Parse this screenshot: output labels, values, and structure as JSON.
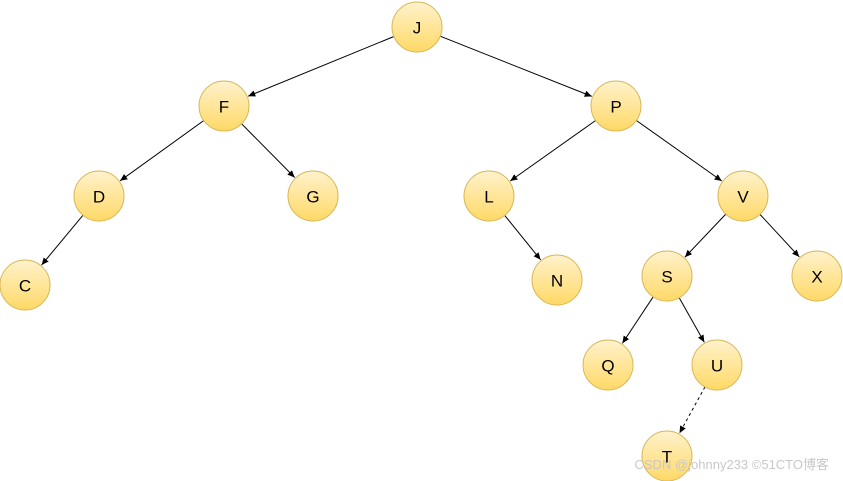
{
  "diagram": {
    "type": "binary-search-tree",
    "colors": {
      "node_fill_top": "#fff2cc",
      "node_fill_bottom": "#ffd966",
      "node_stroke": "#d6b656",
      "edge": "#000000",
      "label": "#000000"
    },
    "nodes": [
      {
        "id": "J",
        "label": "J"
      },
      {
        "id": "F",
        "label": "F"
      },
      {
        "id": "P",
        "label": "P"
      },
      {
        "id": "D",
        "label": "D"
      },
      {
        "id": "G",
        "label": "G"
      },
      {
        "id": "L",
        "label": "L"
      },
      {
        "id": "V",
        "label": "V"
      },
      {
        "id": "C",
        "label": "C"
      },
      {
        "id": "N",
        "label": "N"
      },
      {
        "id": "S",
        "label": "S"
      },
      {
        "id": "X",
        "label": "X"
      },
      {
        "id": "Q",
        "label": "Q"
      },
      {
        "id": "U",
        "label": "U"
      },
      {
        "id": "T",
        "label": "T"
      }
    ],
    "edges": [
      {
        "from": "J",
        "to": "F",
        "style": "solid"
      },
      {
        "from": "J",
        "to": "P",
        "style": "solid"
      },
      {
        "from": "F",
        "to": "D",
        "style": "solid"
      },
      {
        "from": "F",
        "to": "G",
        "style": "solid"
      },
      {
        "from": "D",
        "to": "C",
        "style": "solid"
      },
      {
        "from": "P",
        "to": "L",
        "style": "solid"
      },
      {
        "from": "P",
        "to": "V",
        "style": "solid"
      },
      {
        "from": "L",
        "to": "N",
        "style": "solid"
      },
      {
        "from": "V",
        "to": "S",
        "style": "solid"
      },
      {
        "from": "V",
        "to": "X",
        "style": "solid"
      },
      {
        "from": "S",
        "to": "Q",
        "style": "solid"
      },
      {
        "from": "S",
        "to": "U",
        "style": "solid"
      },
      {
        "from": "U",
        "to": "T",
        "style": "dashed"
      }
    ]
  },
  "watermark": {
    "text": "CSDN @johnny233 ©51CTO博客"
  }
}
